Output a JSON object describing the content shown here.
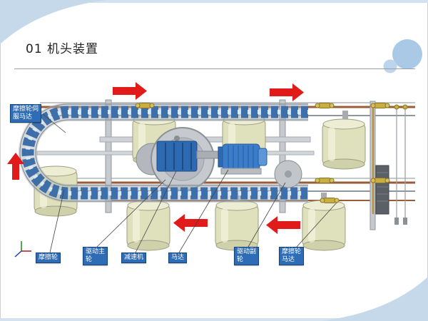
{
  "slide": {
    "title": "01 机头装置"
  },
  "colors": {
    "label_bg": "#2e6cb5",
    "label_border": "#16427a",
    "arrow_red": "#e11a1a",
    "chain_blue": "#3f6fa8",
    "chain_roller_light": "#d8eaf6",
    "roller_beige": "#dfe1bd",
    "machine_blue": "#3b7dca",
    "gearbox_blue": "#2d6ab2",
    "rail_copper": "#9a5c36",
    "frame_gray": "#c6cace",
    "corner_decor": "#c6d9eb",
    "edge_decor": "#d4e2ef",
    "logo_circle_large": "#a9c9e6",
    "logo_circle_small": "#bcd5ec"
  },
  "diagram": {
    "labels": [
      {
        "id": "friction-servo-motor",
        "lines": [
          "摩擦轮伺",
          "服马达"
        ]
      },
      {
        "id": "friction-wheel",
        "lines": [
          "摩擦轮"
        ]
      },
      {
        "id": "drive-main-wheel",
        "lines": [
          "驱动主",
          "轮"
        ]
      },
      {
        "id": "reducer",
        "lines": [
          "减速机"
        ]
      },
      {
        "id": "motor",
        "lines": [
          "马达"
        ]
      },
      {
        "id": "drive-sub-wheel",
        "lines": [
          "驱动副",
          "轮"
        ]
      },
      {
        "id": "friction-wheel-motor",
        "lines": [
          "摩擦轮",
          "马达"
        ]
      }
    ],
    "arrows": [
      {
        "id": "flow-top-left",
        "direction": "right"
      },
      {
        "id": "flow-top-right",
        "direction": "right"
      },
      {
        "id": "flow-left",
        "direction": "up"
      },
      {
        "id": "flow-bottom-mid",
        "direction": "left"
      },
      {
        "id": "flow-bottom-right",
        "direction": "left"
      }
    ],
    "axes_icon": "xyz-coordinate-axes"
  }
}
